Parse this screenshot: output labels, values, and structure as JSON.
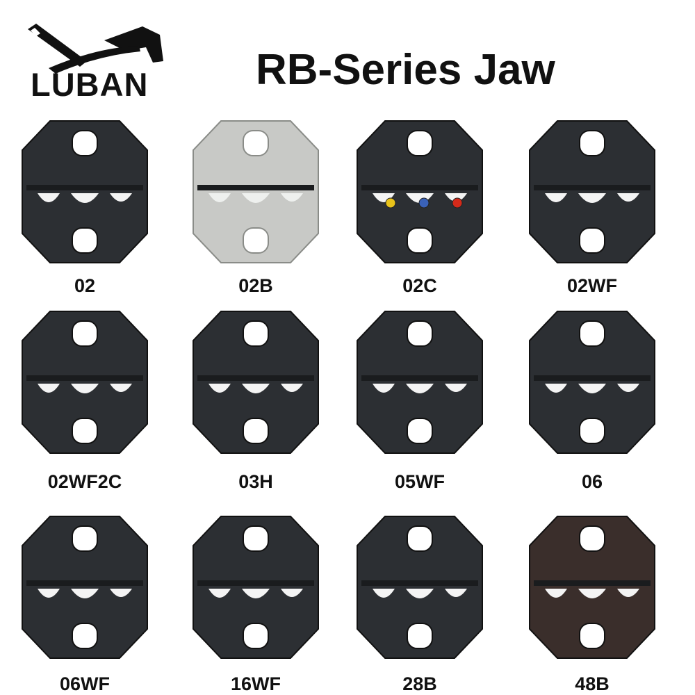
{
  "brand": {
    "logo_text": "LUBAN",
    "logo_icon": "saw-and-hammer-icon"
  },
  "title": "RB-Series Jaw",
  "colors": {
    "jaw_dark": "#2c2f33",
    "jaw_silver": "#c8c9c6",
    "jaw_brown": "#3a2e2b",
    "text": "#111111"
  },
  "jaws": [
    {
      "label": "02",
      "type": "dark"
    },
    {
      "label": "02B",
      "type": "silver"
    },
    {
      "label": "02C",
      "type": "dark",
      "dots": [
        "#e8c21a",
        "#3a62b8",
        "#d42a1a"
      ]
    },
    {
      "label": "02WF",
      "type": "dark"
    },
    {
      "label": "02WF2C",
      "type": "dark"
    },
    {
      "label": "03H",
      "type": "dark"
    },
    {
      "label": "05WF",
      "type": "dark"
    },
    {
      "label": "06",
      "type": "dark"
    },
    {
      "label": "06WF",
      "type": "dark"
    },
    {
      "label": "16WF",
      "type": "dark"
    },
    {
      "label": "28B",
      "type": "dark"
    },
    {
      "label": "48B",
      "type": "brown"
    }
  ]
}
